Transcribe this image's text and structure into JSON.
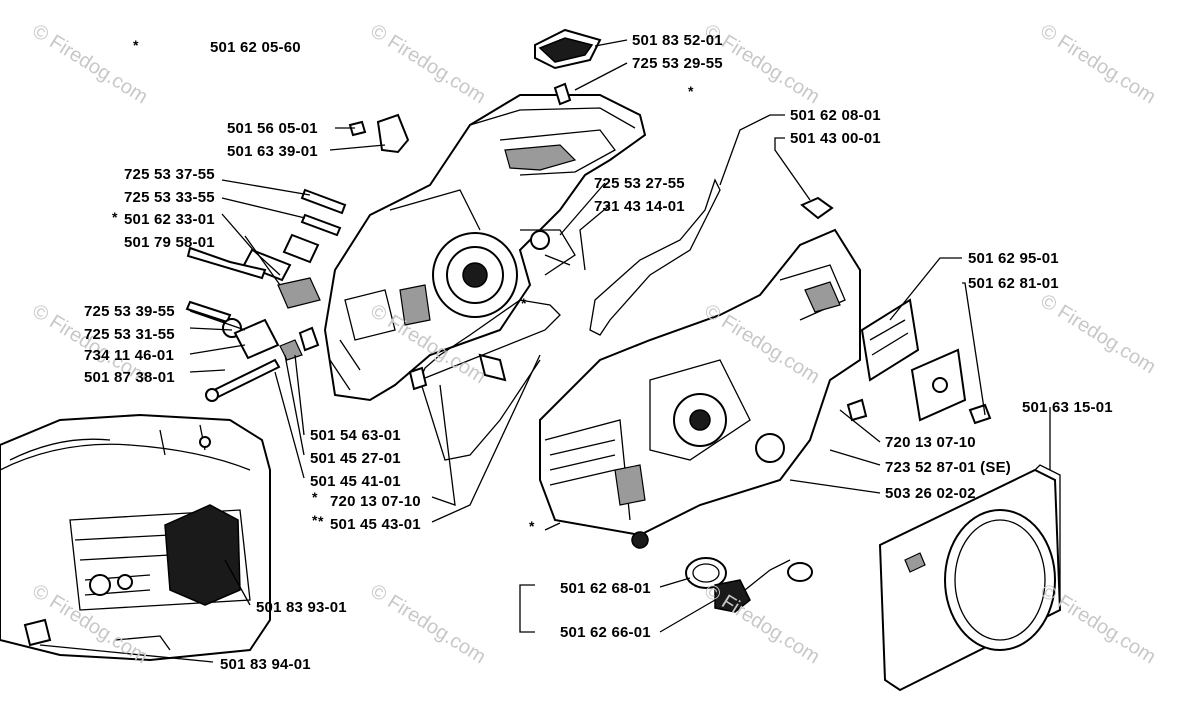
{
  "diagram": {
    "top_ref": {
      "asterisk": "*",
      "part_number": "501 62 05-60"
    },
    "labels": [
      "501 83 52-01",
      "725 53 29-55",
      "501 56 05-01",
      "501 63 39-01",
      "725 53 37-55",
      "725 53 33-55",
      "501 62 33-01",
      "501 79 58-01",
      "725 53 39-55",
      "725 53 31-55",
      "734 11 46-01",
      "501 87 38-01",
      "501 54 63-01",
      "501 45 27-01",
      "501 45 41-01",
      "720 13 07-10",
      "501 45 43-01",
      "501 83 93-01",
      "501 83 94-01",
      "725 53 27-55",
      "731 43 14-01",
      "501 62 08-01",
      "501 43 00-01",
      "501 62 95-01",
      "501 62 81-01",
      "501 63 15-01",
      "720 13 07-10",
      "723 52 87-01 (SE)",
      "503 26 02-02",
      "501 62 68-01",
      "501 62 66-01"
    ],
    "asterisk": "*",
    "watermark": "© Firedog.com"
  }
}
